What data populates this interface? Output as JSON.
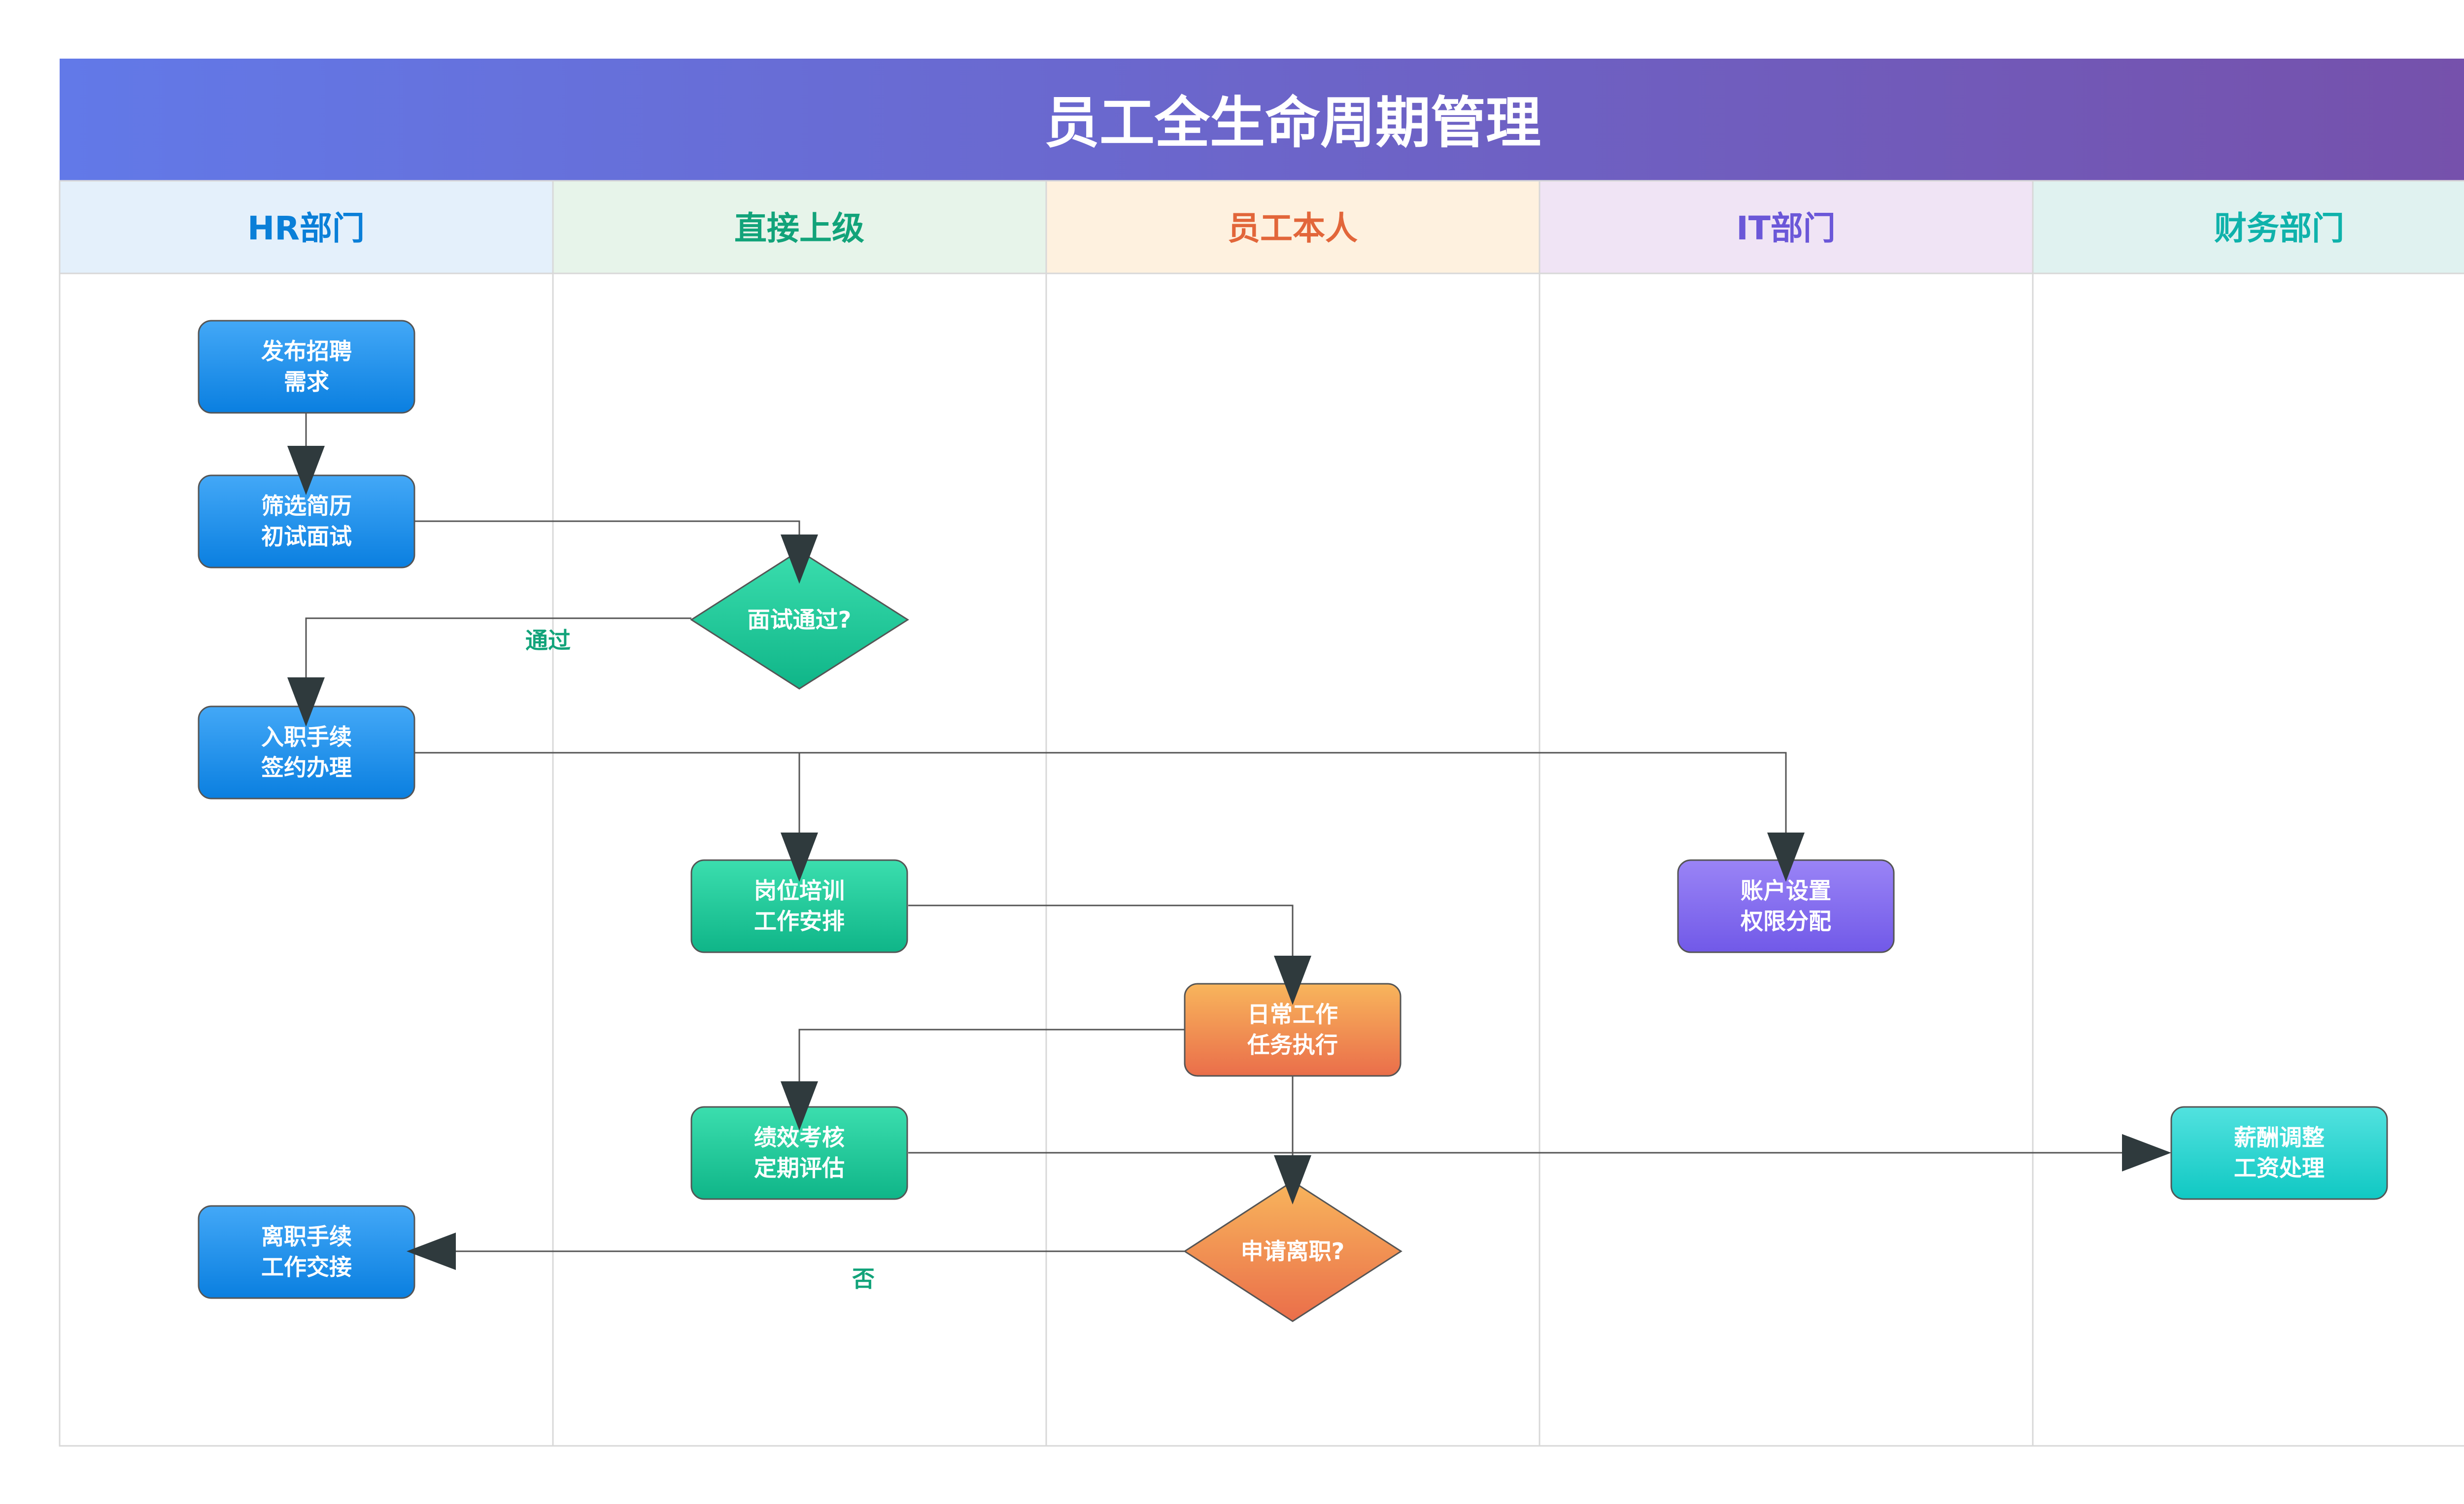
{
  "title": "员工全生命周期管理",
  "lanes": [
    {
      "label": "HR部门",
      "color": "#0a7fd8",
      "bg": "#e4f0fb"
    },
    {
      "label": "直接上级",
      "color": "#12a37a",
      "bg": "#e7f4ea"
    },
    {
      "label": "员工本人",
      "color": "#e2663a",
      "bg": "#fef1df"
    },
    {
      "label": "IT部门",
      "color": "#6b57d8",
      "bg": "#f0e4f5"
    },
    {
      "label": "财务部门",
      "color": "#0fb2ab",
      "bg": "#e0f2f0"
    }
  ],
  "nodes": {
    "publish": {
      "lines": [
        "发布招聘",
        "需求"
      ]
    },
    "screen": {
      "lines": [
        "筛选简历",
        "初试面试"
      ]
    },
    "pass": {
      "lines": [
        "面试通过?"
      ]
    },
    "onboard": {
      "lines": [
        "入职手续",
        "签约办理"
      ]
    },
    "training": {
      "lines": [
        "岗位培训",
        "工作安排"
      ]
    },
    "account": {
      "lines": [
        "账户设置",
        "权限分配"
      ]
    },
    "daily": {
      "lines": [
        "日常工作",
        "任务执行"
      ]
    },
    "perf": {
      "lines": [
        "绩效考核",
        "定期评估"
      ]
    },
    "salary": {
      "lines": [
        "薪酬调整",
        "工资处理"
      ]
    },
    "leave": {
      "lines": [
        "申请离职?"
      ]
    },
    "exit": {
      "lines": [
        "离职手续",
        "工作交接"
      ]
    }
  },
  "edge_labels": {
    "pass": "通过",
    "no": "否"
  },
  "colors": {
    "header_start": "#6279e8",
    "header_end": "#7650aa",
    "blue_top": "#43a8f7",
    "blue_bottom": "#0a7fe0",
    "green_top": "#3bdeae",
    "green_bottom": "#0fb588",
    "orange_top": "#f8b55c",
    "orange_bottom": "#ea6e4a",
    "purple_top": "#9a84f6",
    "purple_bottom": "#7159e8",
    "teal_top": "#52e2df",
    "teal_bottom": "#10c8c3",
    "edge": "#555555",
    "arrow": "#2f3a3d",
    "label": "#12a37a"
  }
}
